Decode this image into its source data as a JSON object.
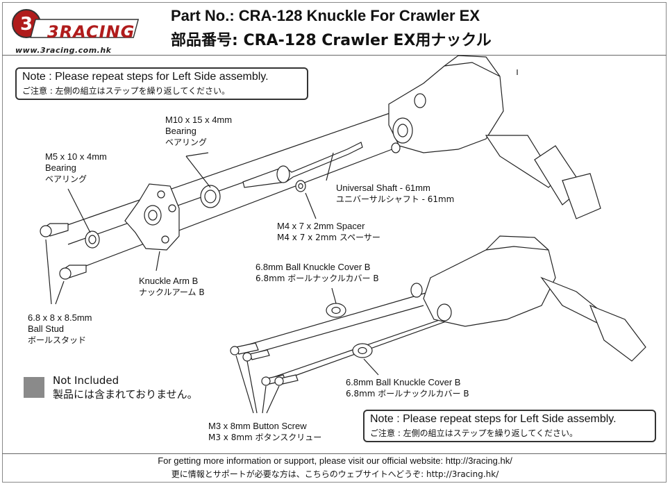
{
  "header": {
    "logo_text": "3RACING",
    "logo_url": "www.3racing.com.hk",
    "title_en": "Part No.: CRA-128  Knuckle For Crawler EX",
    "title_jp": "部品番号: CRA-128  Crawler EX用ナックル"
  },
  "notes": {
    "top": {
      "en": "Note : Please repeat steps for Left Side assembly.",
      "jp": "ご注意 : 左側の組立はステップを繰り返してください。"
    },
    "bottom": {
      "en": "Note : Please repeat steps for Left Side assembly.",
      "jp": "ご注意 : 左側の組立はステップを繰り返してください。"
    }
  },
  "labels": {
    "bearing_m10": {
      "line1": "M10 x 15 x 4mm",
      "line2": "Bearing",
      "line3": "ベアリング"
    },
    "bearing_m5": {
      "line1": "M5 x 10 x 4mm",
      "line2": "Bearing",
      "line3": "ベアリング"
    },
    "universal_shaft": {
      "line1": "Universal Shaft - 61mm",
      "line2": "ユニバーサルシャフト - 61mm"
    },
    "spacer": {
      "line1": "M4 x 7 x 2mm Spacer",
      "line2": "M4 x 7 x 2mm スペーサー"
    },
    "knuckle_arm": {
      "line1": "Knuckle Arm B",
      "line2": "ナックルアーム B"
    },
    "ball_stud": {
      "line1": "6.8 x 8 x 8.5mm",
      "line2": "Ball Stud",
      "line3": "ボールスタッド"
    },
    "cover_b_top": {
      "line1": "6.8mm Ball Knuckle Cover B",
      "line2": "6.8mm ボールナックルカバー B"
    },
    "cover_b_bottom": {
      "line1": "6.8mm Ball Knuckle Cover B",
      "line2": "6.8mm ボールナックルカバー B"
    },
    "button_screw": {
      "line1": "M3 x 8mm Button Screw",
      "line2": "M3 x 8mm ボタンスクリュー"
    }
  },
  "legend": {
    "line1": "Not Included",
    "line2": "製品には含まれておりません。",
    "color": "#8a8a8a"
  },
  "footer": {
    "en": "For getting more information or support, please visit our official website: http://3racing.hk/",
    "jp": "更に情報とサポートが必要な方は、こちらのウェブサイトへどうぞ: http://3racing.hk/"
  }
}
